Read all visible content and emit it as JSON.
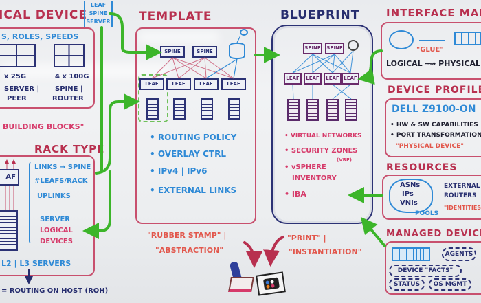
{
  "colors": {
    "heading": "#b8304f",
    "blue_marker": "#2f8ad6",
    "navy_marker": "#262d6e",
    "pink_marker": "#d63a6a",
    "green_arrow": "#3cb52a",
    "whiteboard": "#eceef0"
  },
  "physical_device": {
    "title": "ICAL DEVICE",
    "header": "S, ROLES, SPEEDS",
    "port_left": "x 25G",
    "port_right": "4 x 100G",
    "role_left_1": "SERVER |",
    "role_left_2": "PEER",
    "role_right_1": "SPINE |",
    "role_right_2": "ROUTER"
  },
  "role_tag": {
    "lines": [
      "LEAF",
      "SPINE",
      "SERVER"
    ]
  },
  "building_blocks_label": "BUILDING BLOCKS\"",
  "rack_type": {
    "title": "RACK TYPE",
    "leaf_label": "AF",
    "items": [
      "LINKS → SPINE",
      "#LEAFS/RACK",
      "UPLINKS"
    ],
    "server_line_1": "SERVER",
    "server_line_2": "LOGICAL",
    "server_line_3": "DEVICES",
    "footer": "L2 | L3 SERVERS"
  },
  "roh_note": "= ROUTING ON HOST (ROH)",
  "template": {
    "title": "TEMPLATE",
    "spines": [
      "SPINE",
      "SPINE"
    ],
    "leafs": [
      "LEAF",
      "LEAF",
      "LEAF",
      "LEAF"
    ],
    "items": [
      "ROUTING POLICY",
      "OVERLAY CTRL",
      "IPv4 | IPv6",
      "EXTERNAL LINKS"
    ]
  },
  "rubber_stamp_label_1": "\"RUBBER STAMP\" |",
  "rubber_stamp_label_2": "\"ABSTRACTION\"",
  "print_label_1": "\"PRINT\" |",
  "print_label_2": "\"INSTANTIATION\"",
  "blueprint": {
    "title": "BLUEPRINT",
    "spines": [
      "SPINE",
      "SPINE"
    ],
    "leafs": [
      "LEAF",
      "LEAF",
      "LEAF",
      "LEAF"
    ],
    "items": [
      "VIRTUAL NETWORKS",
      "SECURITY ZONES",
      "vSPHERE",
      "INVENTORY",
      "IBA"
    ],
    "vrf_note": "(VRF)"
  },
  "interface_map": {
    "title": "INTERFACE MAP",
    "glue": "\"GLUE\"",
    "logical": "LOGICAL",
    "physical": "PHYSICAL"
  },
  "device_profile": {
    "title": "DEVICE PROFILE",
    "model": "DELL Z9100-ON",
    "items": [
      "HW & SW CAPABILITIES",
      "PORT TRANSFORMATION"
    ],
    "note": "\"PHYSICAL DEVICE\""
  },
  "resources": {
    "title": "RESOURCES",
    "pool_items": [
      "ASNs",
      "IPs",
      "VNIs"
    ],
    "pools_label": "POOLS",
    "external_1": "EXTERNAL",
    "external_2": "ROUTERS",
    "identities": "\"IDENTITIES\""
  },
  "managed_devices": {
    "title": "MANAGED DEVICES",
    "agents": "AGENTS",
    "facts": "DEVICE \"FACTS\"",
    "status": "STATUS",
    "os_mgmt": "OS MGMT"
  }
}
